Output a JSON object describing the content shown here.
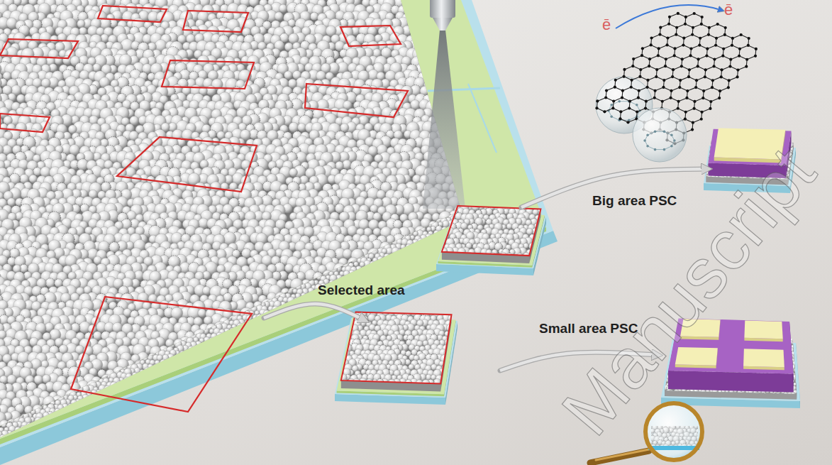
{
  "diagram": {
    "labels": [
      "Selected area",
      "Big area PSC",
      "Small area PSC",
      "ē",
      "ē",
      "Manuscript"
    ]
  }
}
